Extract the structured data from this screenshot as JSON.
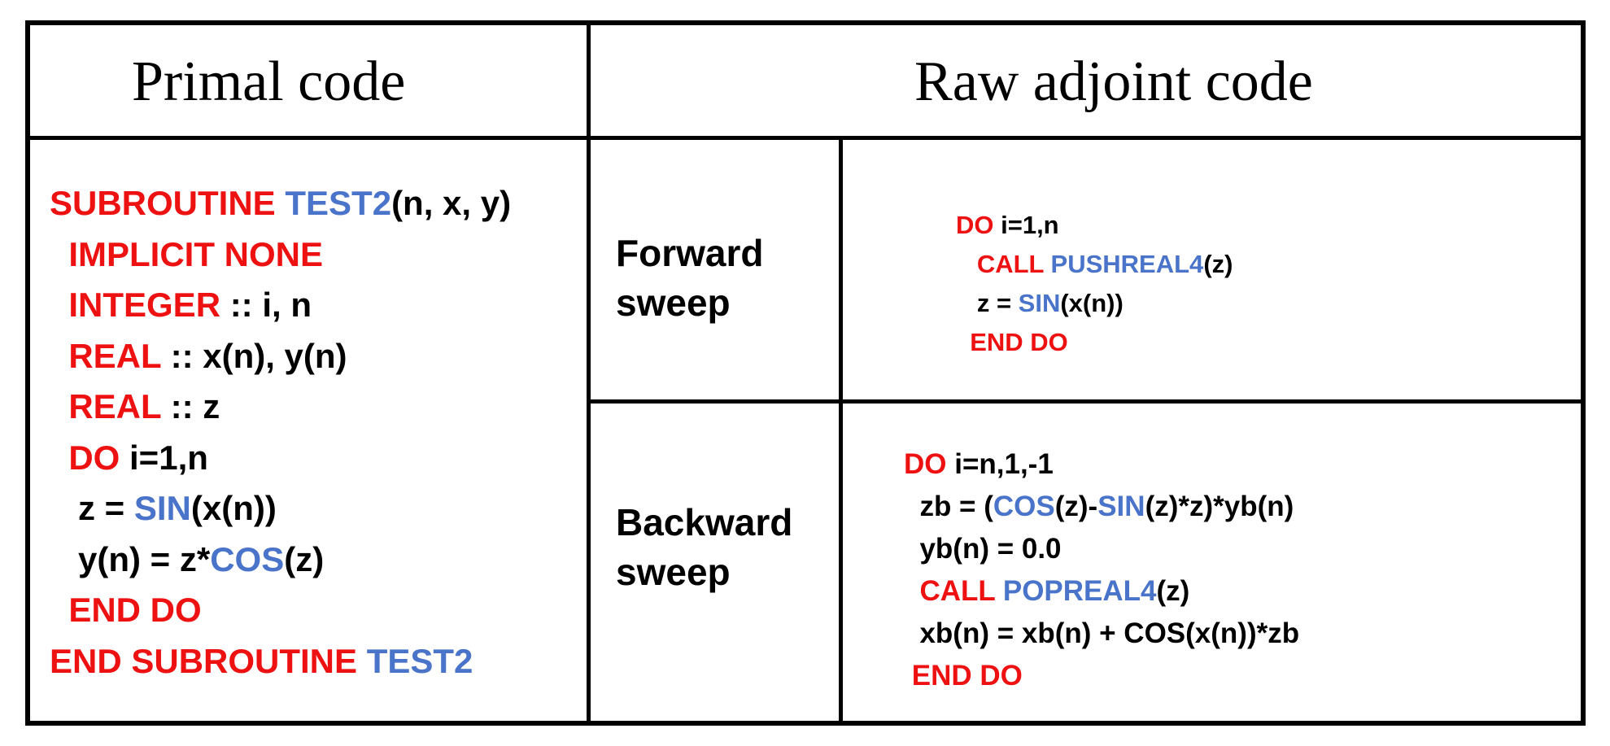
{
  "colors": {
    "keyword": "#ee1111",
    "function": "#4a74c9",
    "text": "#000000",
    "border": "#000000"
  },
  "headers": {
    "primal": "Primal code",
    "adjoint": "Raw adjoint code"
  },
  "row_labels": {
    "forward": [
      "Forward",
      "sweep"
    ],
    "backward": [
      "Backward",
      "sweep"
    ]
  },
  "primal_code": [
    [
      {
        "t": "SUBROUTINE ",
        "c": "keyword"
      },
      {
        "t": "TEST2",
        "c": "function"
      },
      {
        "t": "(n, x, y)",
        "c": "text"
      }
    ],
    [
      {
        "t": "  IMPLICIT NONE",
        "c": "keyword"
      }
    ],
    [
      {
        "t": "  INTEGER",
        "c": "keyword"
      },
      {
        "t": " :: i, n",
        "c": "text"
      }
    ],
    [
      {
        "t": "  REAL",
        "c": "keyword"
      },
      {
        "t": " :: x(n), y(n)",
        "c": "text"
      }
    ],
    [
      {
        "t": "  REAL",
        "c": "keyword"
      },
      {
        "t": " :: z",
        "c": "text"
      }
    ],
    [
      {
        "t": "  DO",
        "c": "keyword"
      },
      {
        "t": " i=1,n",
        "c": "text"
      }
    ],
    [
      {
        "t": "   z = ",
        "c": "text"
      },
      {
        "t": "SIN",
        "c": "function"
      },
      {
        "t": "(x(n))",
        "c": "text"
      }
    ],
    [
      {
        "t": "   y(n) = z*",
        "c": "text"
      },
      {
        "t": "COS",
        "c": "function"
      },
      {
        "t": "(z)",
        "c": "text"
      }
    ],
    [
      {
        "t": "  END DO",
        "c": "keyword"
      }
    ],
    [
      {
        "t": "END SUBROUTINE ",
        "c": "keyword"
      },
      {
        "t": "TEST2",
        "c": "function"
      }
    ]
  ],
  "forward_code": [
    [
      {
        "t": "DO",
        "c": "keyword"
      },
      {
        "t": " i=1,n",
        "c": "text"
      }
    ],
    [
      {
        "t": "   CALL ",
        "c": "keyword"
      },
      {
        "t": "PUSHREAL4",
        "c": "function"
      },
      {
        "t": "(z)",
        "c": "text"
      }
    ],
    [
      {
        "t": "   z = ",
        "c": "text"
      },
      {
        "t": "SIN",
        "c": "function"
      },
      {
        "t": "(x(n))",
        "c": "text"
      }
    ],
    [
      {
        "t": "  END DO",
        "c": "keyword"
      }
    ]
  ],
  "backward_code": [
    [
      {
        "t": "DO",
        "c": "keyword"
      },
      {
        "t": " i=n,1,-1",
        "c": "text"
      }
    ],
    [
      {
        "t": "  zb = (",
        "c": "text"
      },
      {
        "t": "COS",
        "c": "function"
      },
      {
        "t": "(z)-",
        "c": "text"
      },
      {
        "t": "SIN",
        "c": "function"
      },
      {
        "t": "(z)*z)*yb(n)",
        "c": "text"
      }
    ],
    [
      {
        "t": "  yb(n) = 0.0",
        "c": "text"
      }
    ],
    [
      {
        "t": "  CALL ",
        "c": "keyword"
      },
      {
        "t": "POPREAL4",
        "c": "function"
      },
      {
        "t": "(z)",
        "c": "text"
      }
    ],
    [
      {
        "t": "  xb(n) = xb(n) + COS(x(n))*zb",
        "c": "text"
      }
    ],
    [
      {
        "t": " END DO",
        "c": "keyword"
      }
    ]
  ]
}
